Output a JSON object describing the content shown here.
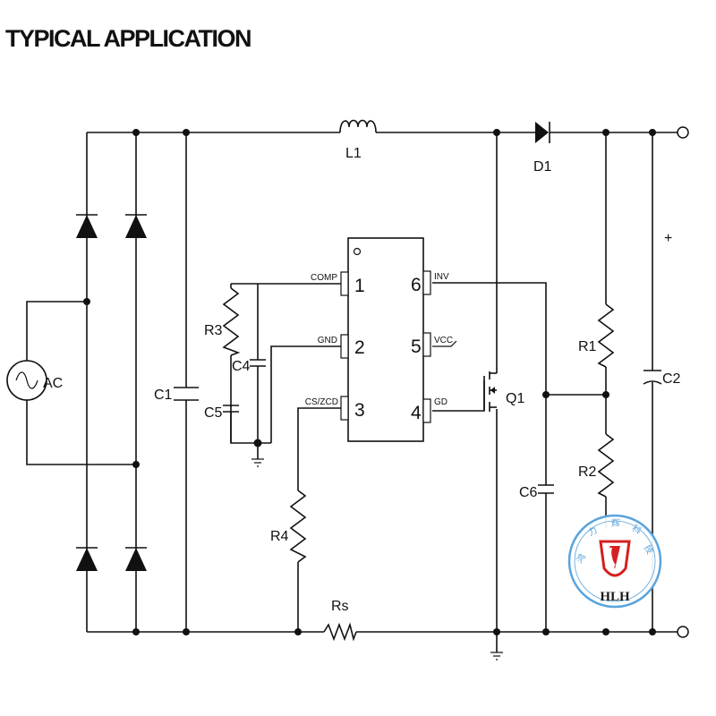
{
  "page": {
    "title": "TYPICAL APPLICATION"
  },
  "components": {
    "l1": "L1",
    "d1": "D1",
    "c1": "C1",
    "c2": "C2",
    "c4": "C4",
    "c5": "C5",
    "c6": "C6",
    "r1": "R1",
    "r2": "R2",
    "r3": "R3",
    "r4": "R4",
    "rs": "Rs",
    "q1": "Q1",
    "ac": "AC",
    "plus": "+"
  },
  "ic": {
    "pins": [
      {
        "num": "1",
        "name": "COMP"
      },
      {
        "num": "2",
        "name": "GND"
      },
      {
        "num": "3",
        "name": "CS/ZCD"
      },
      {
        "num": "4",
        "name": "GD"
      },
      {
        "num": "5",
        "name": "VCC"
      },
      {
        "num": "6",
        "name": "INV"
      }
    ]
  },
  "watermark": {
    "text": "HLH",
    "arc_text": "鸿力辉科技"
  },
  "colors": {
    "line": "#111111",
    "watermark": "#5aa4dc",
    "watermark_red": "#d42020"
  }
}
